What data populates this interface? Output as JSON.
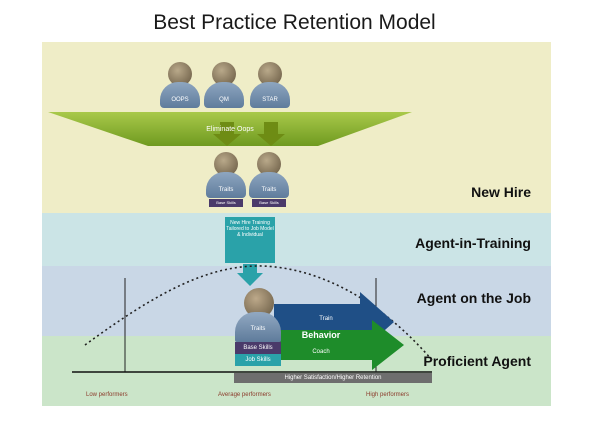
{
  "title": "Best Practice Retention Model",
  "bands": {
    "new_hire": "New Hire",
    "agent_in_training": "Agent-in-Training",
    "agent_on_job": "Agent on the Job",
    "proficient_agent": "Proficient Agent"
  },
  "top_people": [
    "OOPS",
    "QM",
    "STAR"
  ],
  "funnel_label": "Eliminate Oops",
  "mid_people": [
    {
      "label": "Traits",
      "bar": "Base Skills"
    },
    {
      "label": "Traits",
      "bar": "Base Skills"
    }
  ],
  "training_box": "New Hire Training Tailored to Job Model & Individual",
  "agent": {
    "traits": "Traits",
    "base_skills": "Base Skills",
    "job_skills": "Job Skills"
  },
  "arrows": {
    "train": "Train",
    "behavior": "Behavior",
    "coach": "Coach"
  },
  "satisfaction_bar": "Higher Satisfaction/Higher Retention",
  "performers": {
    "low": "Low performers",
    "average": "Average performers",
    "high": "High performers"
  },
  "colors": {
    "new_hire_band": "#efedc7",
    "training_band": "#cbe4e6",
    "job_band": "#c9d7e6",
    "proficient_band": "#cbe5c9",
    "funnel": "#8fb52a",
    "train_arrow": "#1f4f86",
    "coach_arrow": "#1e8c2a",
    "training_box": "#2aa2a9"
  }
}
